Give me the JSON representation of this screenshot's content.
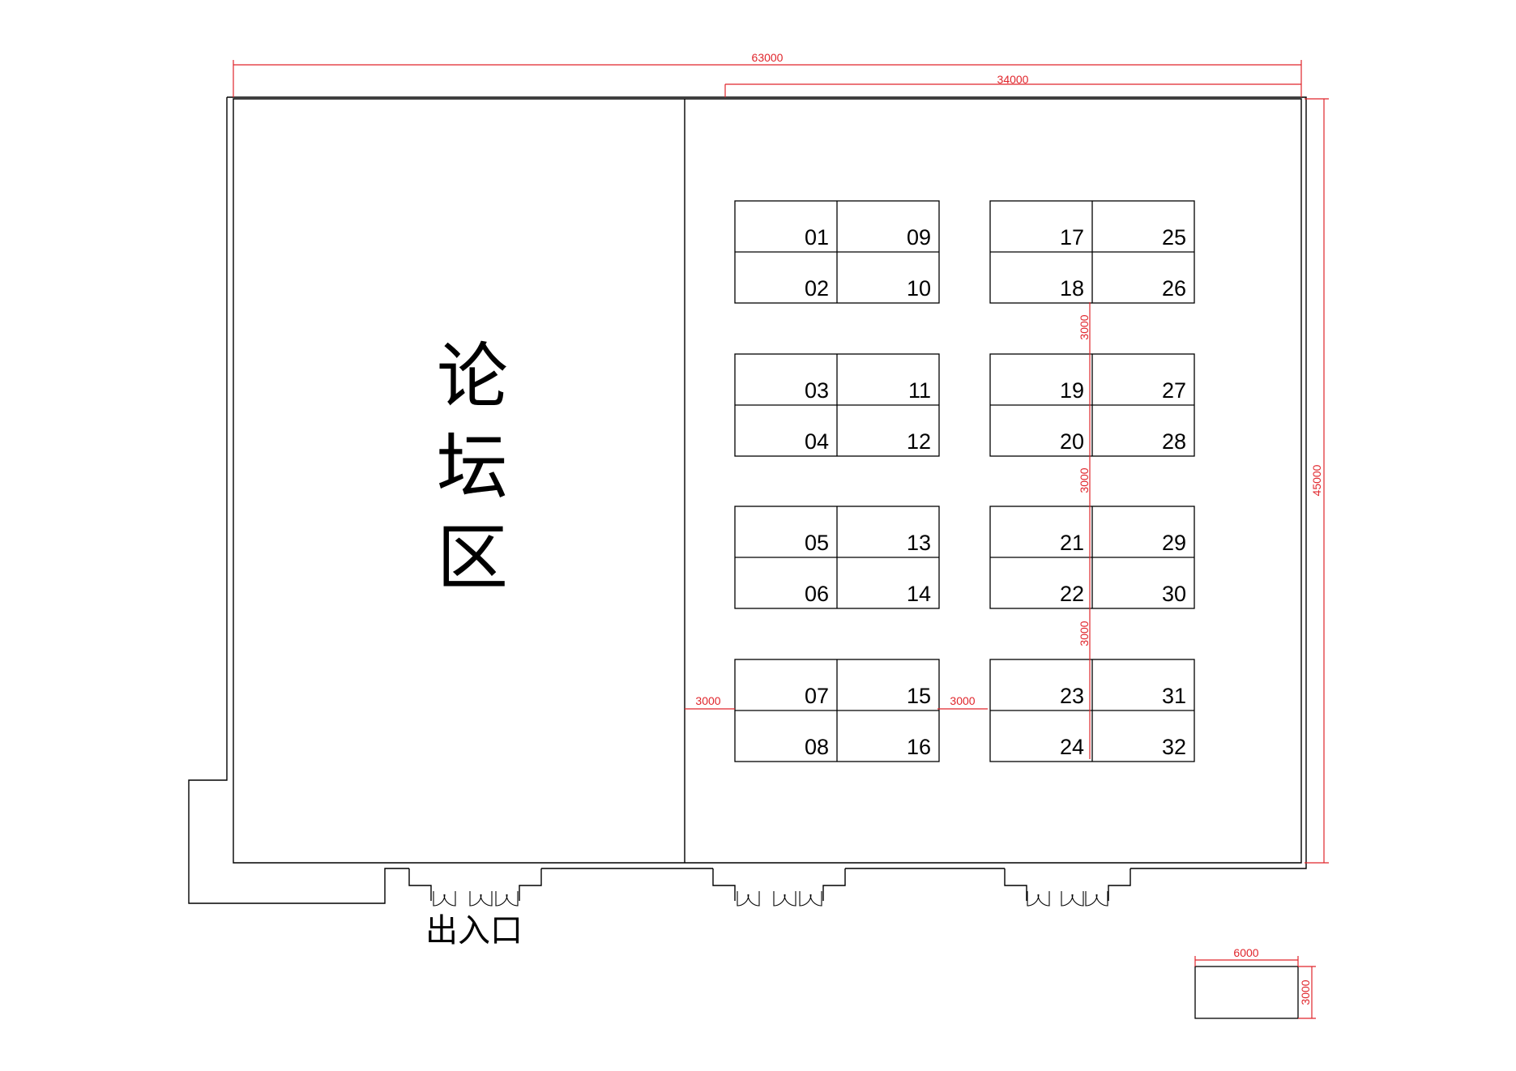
{
  "zones": {
    "forum_label": "论坛区",
    "exit_label": "出入口"
  },
  "dimensions": {
    "total_width": "63000",
    "booth_area_width": "34000",
    "total_height": "45000",
    "aisle_left": "3000",
    "aisle_middle": "3000",
    "row_gap_1": "3000",
    "row_gap_2": "3000",
    "row_gap_3": "3000",
    "legend_booth_width": "6000",
    "legend_booth_height": "3000"
  },
  "booth_blocks": [
    {
      "col": 0,
      "row": 0,
      "numbers": [
        "01",
        "09",
        "02",
        "10"
      ]
    },
    {
      "col": 0,
      "row": 1,
      "numbers": [
        "03",
        "11",
        "04",
        "12"
      ]
    },
    {
      "col": 0,
      "row": 2,
      "numbers": [
        "05",
        "13",
        "06",
        "14"
      ]
    },
    {
      "col": 0,
      "row": 3,
      "numbers": [
        "07",
        "15",
        "08",
        "16"
      ]
    },
    {
      "col": 1,
      "row": 0,
      "numbers": [
        "17",
        "25",
        "18",
        "26"
      ]
    },
    {
      "col": 1,
      "row": 1,
      "numbers": [
        "19",
        "27",
        "20",
        "28"
      ]
    },
    {
      "col": 1,
      "row": 2,
      "numbers": [
        "21",
        "29",
        "22",
        "30"
      ]
    },
    {
      "col": 1,
      "row": 3,
      "numbers": [
        "23",
        "31",
        "24",
        "32"
      ]
    }
  ],
  "colors": {
    "dimension": "#e0252b",
    "lines": "#000000",
    "background": "#ffffff"
  }
}
